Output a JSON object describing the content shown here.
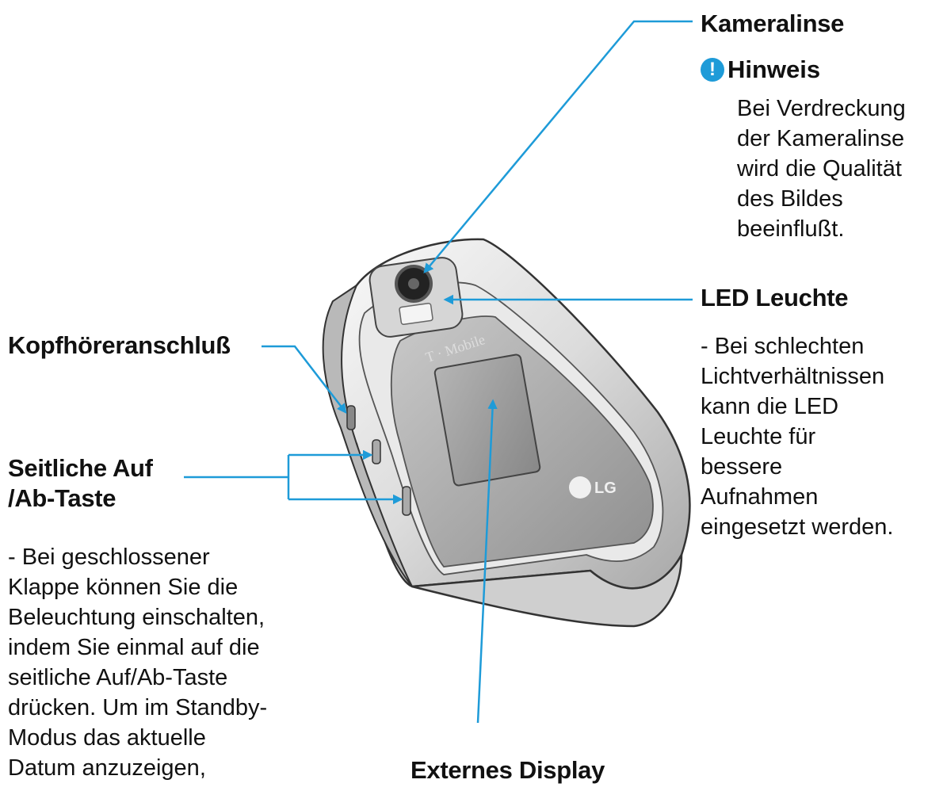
{
  "labels": {
    "kameralinse": "Kameralinse",
    "hinweis_title": "Hinweis",
    "hinweis_icon": "!",
    "hinweis_text": "Bei Verdreckung\nder Kameralinse\nwird die Qualität\ndes Bildes\nbeeinflußt.",
    "led_title": "LED Leuchte",
    "led_text": "- Bei schlechten\n  Lichtverhältnissen\n  kann die LED\n  Leuchte für\n  bessere\n  Aufnahmen\n  eingesetzt werden.",
    "kopfhoerer": "Kopfhöreranschluß",
    "seitliche_title": "Seitliche Auf\n/Ab-Taste",
    "seitliche_text": "- Bei geschlossener\n   Klappe können Sie die\n   Beleuchtung einschalten,\n   indem Sie einmal auf die\n   seitliche Auf/Ab-Taste\n   drücken. Um im Standby-\n   Modus das aktuelle\n   Datum anzuzeigen,",
    "externes_display": "Externes Display"
  },
  "phone": {
    "carrier_logo": "T · Mobile",
    "brand_logo": "LG"
  },
  "colors": {
    "pointer": "#1e9bd8",
    "accent": "#1e9bd8"
  }
}
